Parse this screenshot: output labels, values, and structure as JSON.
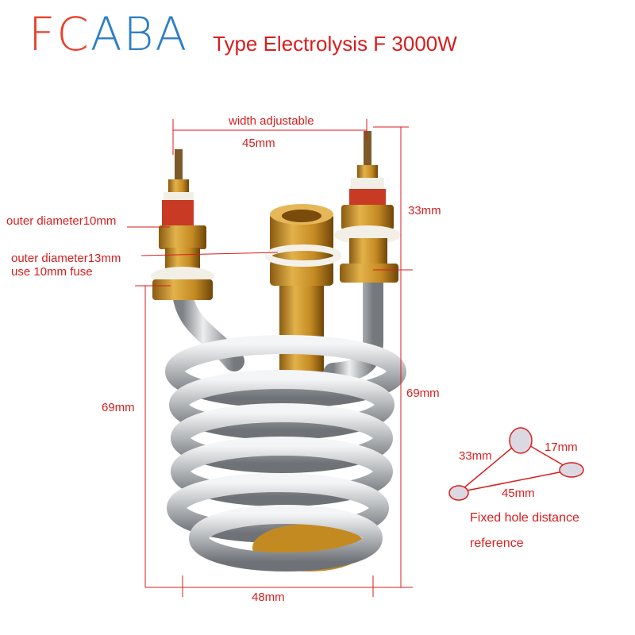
{
  "brand": {
    "logo_left": "FC",
    "logo_right": "ABA"
  },
  "title": "Type Electrolysis F 3000W",
  "labels": {
    "width_adjustable": "width adjustable",
    "top_width": "45mm",
    "right_top_height": "33mm",
    "outer_d10": "outer diameter10mm",
    "outer_d13": "outer diameter13mm",
    "fuse": "use 10mm  fuse",
    "left_height": "69mm",
    "right_height": "69mm",
    "bottom_width": "48mm"
  },
  "hole_diagram": {
    "side_a": "33mm",
    "side_b": "17mm",
    "side_c": "45mm",
    "caption_line1": "Fixed hole distance",
    "caption_line2": "reference"
  },
  "colors": {
    "label_red": "#d81e1e",
    "logo_orange": "#e8412c",
    "logo_blue": "#2e7fc6",
    "brass": "#c8902a",
    "steel": "#b9bcbf"
  }
}
